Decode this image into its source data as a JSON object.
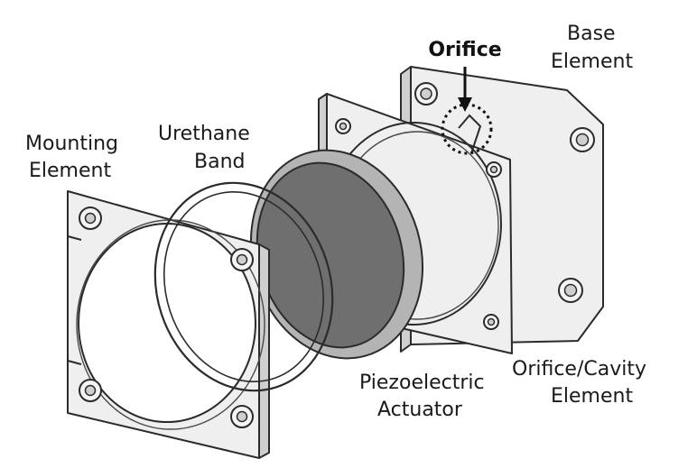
{
  "labels": {
    "orifice": "Orifice",
    "base_element": [
      "Base",
      "Element"
    ],
    "mounting_element": [
      "Mounting",
      "Element"
    ],
    "urethane_band": [
      "Urethane",
      "Band"
    ],
    "piezoelectric_actuator": [
      "Piezoelectric",
      "Actuator"
    ],
    "orifice_cavity_element": [
      "Orifice/Cavity",
      "Element"
    ]
  },
  "colors": {
    "plate_face": "#efefef",
    "plate_edge": "#cfcfcf",
    "line": "#2b2b2b",
    "piezo_disc": "#6f6f6f",
    "piezo_rim": "#b4b4b4"
  }
}
